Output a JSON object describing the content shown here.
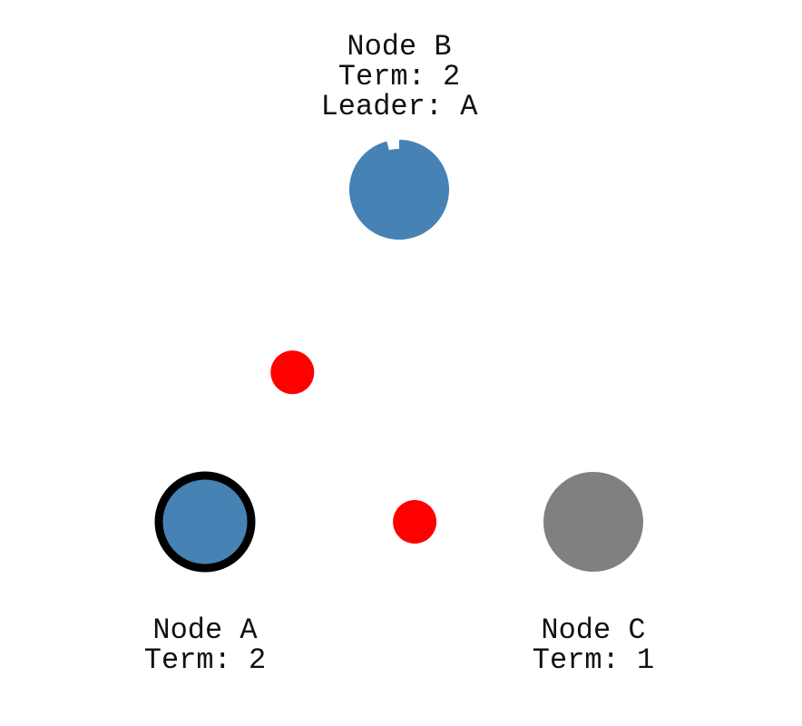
{
  "colors": {
    "leader": "#4682b4",
    "follower": "#4682b4",
    "stale": "#808080",
    "message": "#ff0000",
    "leader_ring": "#000000",
    "text": "#111111"
  },
  "nodes": [
    {
      "id": "A",
      "role": "leader",
      "fill": "#4682b4",
      "highlighted": true,
      "lines": [
        "Node A",
        "Term: 2"
      ]
    },
    {
      "id": "B",
      "role": "follower",
      "fill": "#4682b4",
      "timeout_remaining_fraction": 0.96,
      "lines": [
        "Node B",
        "Term: 2",
        "Leader: A"
      ]
    },
    {
      "id": "C",
      "role": "follower",
      "fill": "#808080",
      "lines": [
        "Node C",
        "Term: 1"
      ]
    }
  ],
  "messages": [
    {
      "from": "A",
      "to": "B",
      "progress": 0.45,
      "color": "#ff0000"
    },
    {
      "from": "A",
      "to": "C",
      "progress": 0.54,
      "color": "#ff0000"
    }
  ]
}
